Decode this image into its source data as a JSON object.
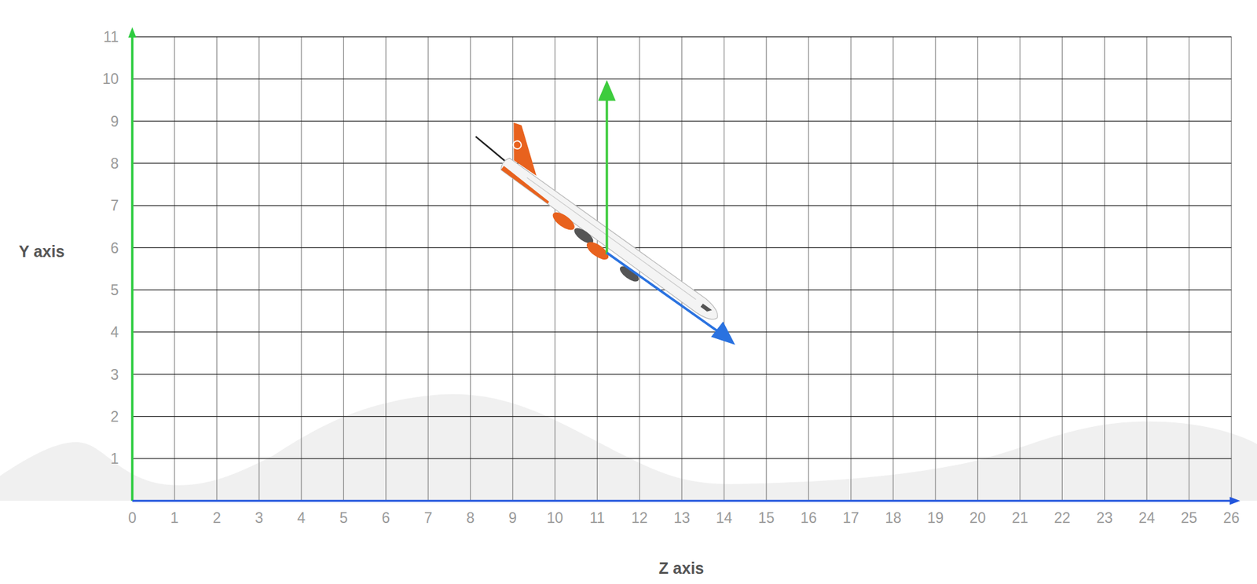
{
  "diagram": {
    "labels": [
      "Y axis",
      "11",
      "10",
      "9",
      "8",
      "7",
      "6",
      "5",
      "4",
      "3",
      "2",
      "1",
      "0",
      "1",
      "2",
      "3",
      "4",
      "5",
      "6",
      "7",
      "8",
      "9",
      "10",
      "11",
      "12",
      "13",
      "14",
      "15",
      "16",
      "17",
      "18",
      "19",
      "20",
      "21",
      "22",
      "23",
      "24",
      "25",
      "26",
      "Z axis"
    ]
  }
}
